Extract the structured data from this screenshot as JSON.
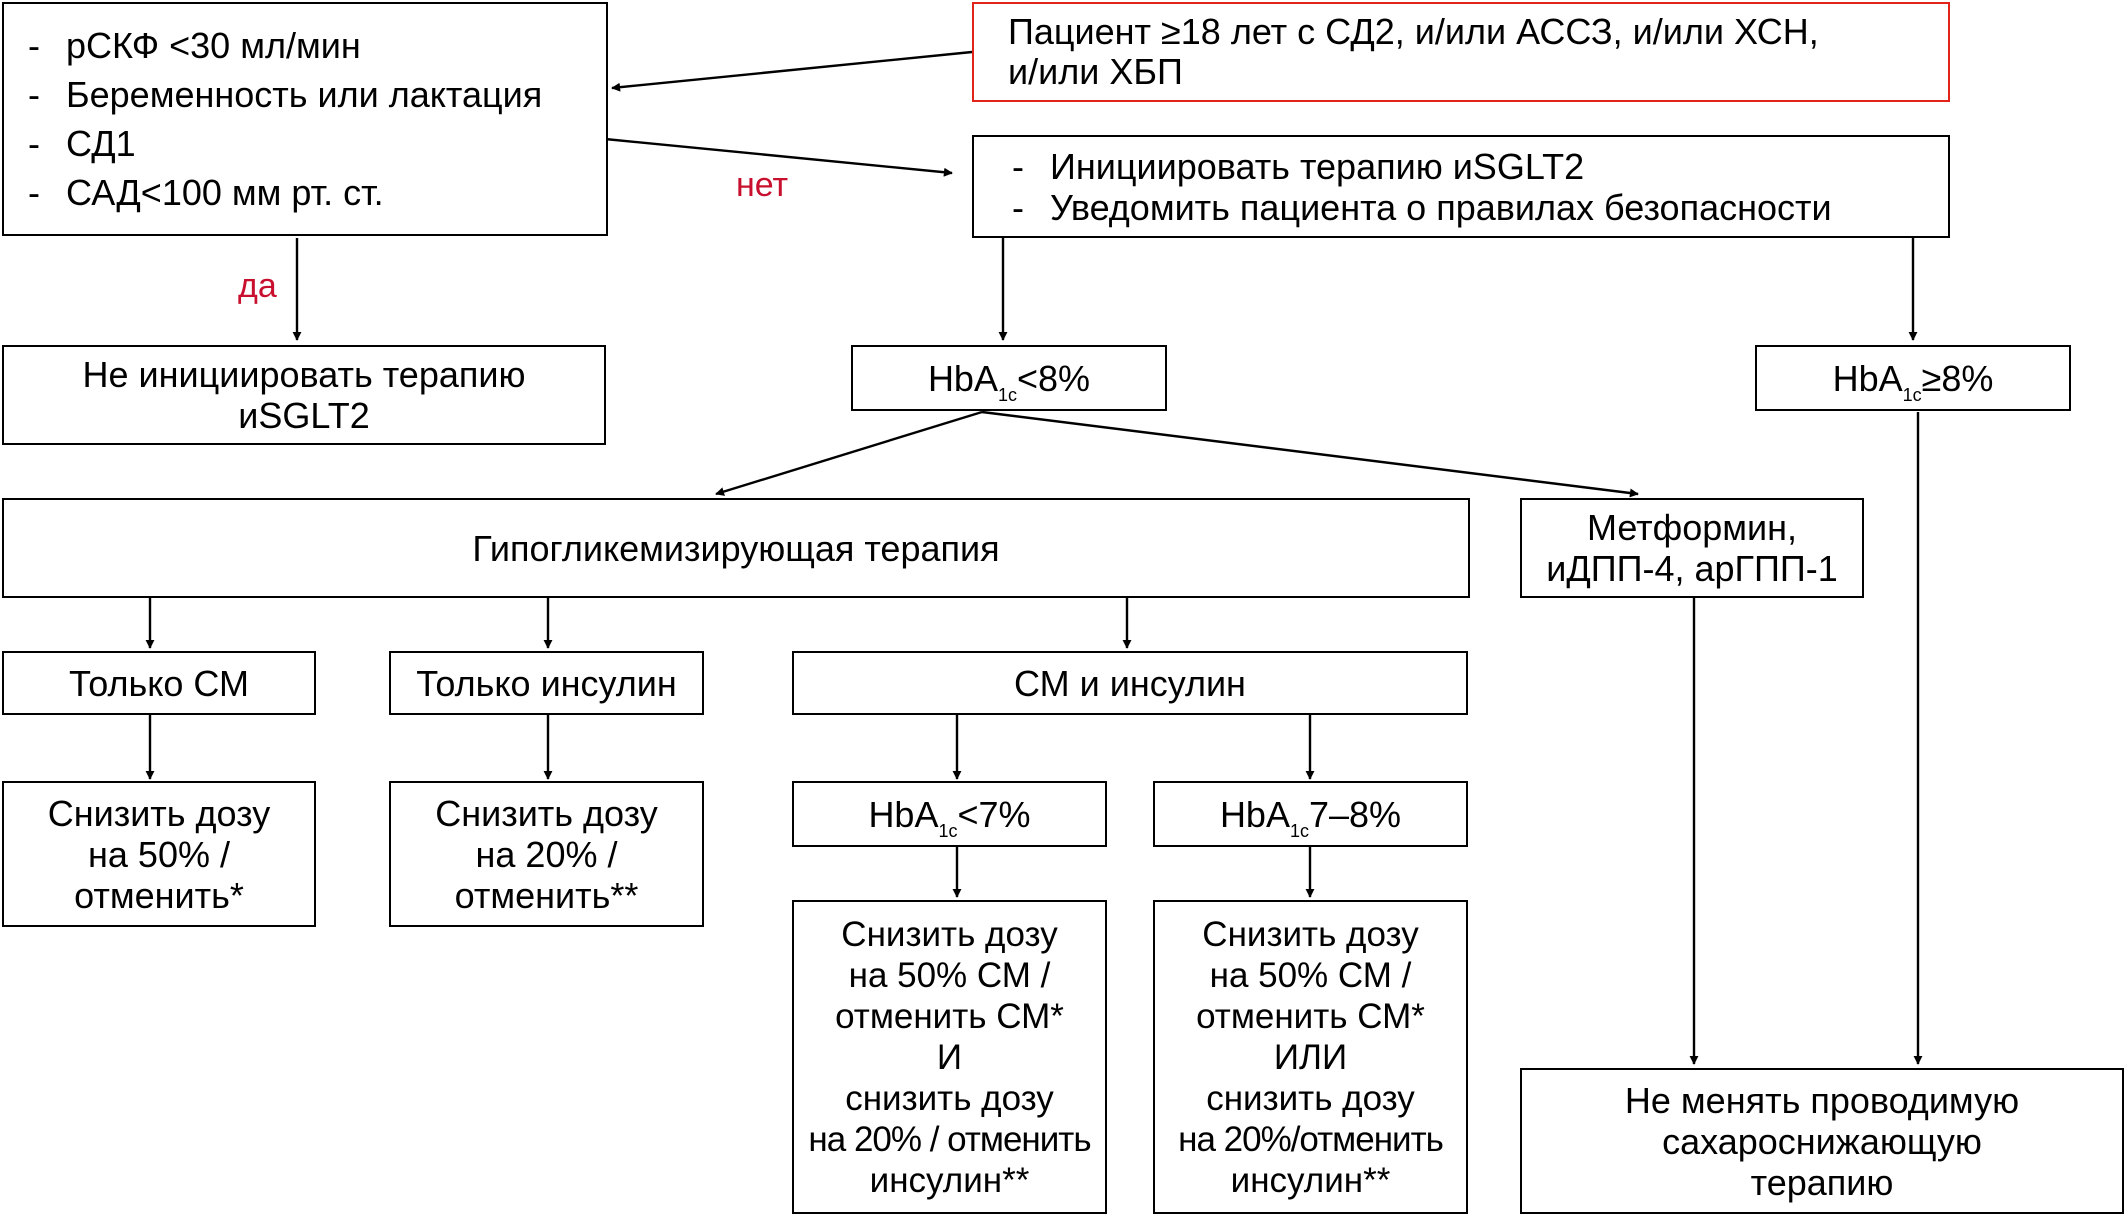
{
  "colors": {
    "line": "#000000",
    "highlight_border": "#e2231a",
    "label_text": "#c8102e"
  },
  "patient": {
    "line1": "Пациент ≥18 лет с СД2, и/или АССЗ, и/или ХСН,",
    "line2": "и/или ХБП"
  },
  "contraindications": [
    "рСКФ <30 мл/мин",
    "Беременность или лактация",
    "СД1",
    "САД<100 мм рт. ст."
  ],
  "label_yes": "да",
  "label_no": "нет",
  "do_not_initiate": {
    "line1": "Не инициировать терапию",
    "line2": "иSGLT2"
  },
  "initiate": [
    "Инициировать терапию иSGLT2",
    "Уведомить пациента о правилах безопасности"
  ],
  "hba1c_low": {
    "prefix": "HbA",
    "sub": "1c",
    "suffix": "<8%"
  },
  "hba1c_high": {
    "prefix": "HbA",
    "sub": "1c",
    "suffix": "≥8%"
  },
  "hypo_therapy": "Гипогликемизирующая терапия",
  "metformin": {
    "line1": "Метформин,",
    "line2": "иДПП-4, арГПП-1"
  },
  "only_su": "Только СМ",
  "only_insulin": "Только инсулин",
  "su_and_insulin": "СМ и инсулин",
  "reduce_su": [
    "Снизить дозу",
    "на 50% /",
    "отменить*"
  ],
  "reduce_insulin": [
    "Снизить дозу",
    "на 20% /",
    "отменить**"
  ],
  "hba1c_lt7": {
    "prefix": "HbA",
    "sub": "1c",
    "suffix": "<7%"
  },
  "hba1c_7_8": {
    "prefix": "HbA",
    "sub": "1c",
    "suffix": "7–8%"
  },
  "reduce_both_and": [
    "Снизить дозу",
    "на 50% СМ /",
    "отменить СМ*",
    "И",
    "снизить дозу",
    "на 20% / отменить",
    "инсулин**"
  ],
  "reduce_both_or": [
    "Снизить дозу",
    "на 50% СМ /",
    "отменить СМ*",
    "ИЛИ",
    "снизить дозу",
    "на 20%/отменить",
    "инсулин**"
  ],
  "no_change": [
    "Не менять проводимую",
    "сахароснижающую",
    "терапию"
  ]
}
